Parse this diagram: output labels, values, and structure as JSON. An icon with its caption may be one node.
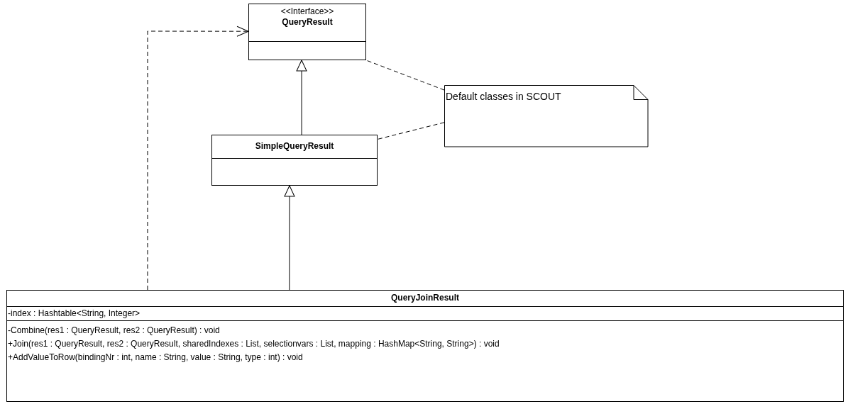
{
  "diagram": {
    "nodes": [
      {
        "text": [
          "<<Interface>>",
          "QueryResult"
        ]
      },
      {
        "text": [
          "Default classes in SCOUT"
        ]
      },
      {
        "text": [
          "SimpleQueryResult"
        ]
      },
      {
        "text": [
          "QueryJoinResult",
          "-index : Hashtable<String, Integer>",
          "-Combine(res1 : QueryResult, res2 : QueryResult) : void",
          "+Join(res1 : QueryResult, res2 : QueryResult, sharedIndexes : List, selectionvars : List, mapping : HashMap<String, String>) : void",
          "+AddValueToRow(bindingNr : int, name : String, value : String, type : int) : void"
        ]
      }
    ],
    "edges": [
      {
        "from": 2,
        "to": 0,
        "arrow": "to"
      },
      {
        "from": 3,
        "to": 2,
        "arrow": "to"
      },
      {
        "from": 3,
        "to": 0,
        "arrow": "to",
        "style": "dashed"
      },
      {
        "from": 1,
        "to": 0,
        "arrow": "none",
        "style": "dashed"
      },
      {
        "from": 1,
        "to": 2,
        "arrow": "none",
        "style": "dashed"
      }
    ]
  }
}
